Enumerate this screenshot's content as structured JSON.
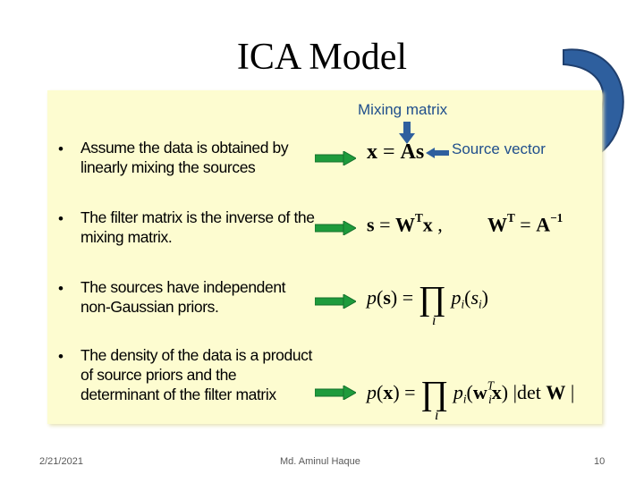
{
  "slide": {
    "title": "ICA Model",
    "bullets": [
      {
        "text": "Assume the data is obtained by linearly mixing the sources"
      },
      {
        "text": "The filter matrix is the inverse of the mixing matrix."
      },
      {
        "text": "The sources have independent non-Gaussian priors."
      },
      {
        "text": "The density of the data is a product of source priors and the determinant of the filter matrix"
      }
    ],
    "bullet_symbol": "•",
    "labels": {
      "mixing_matrix": "Mixing matrix",
      "source_vector": "Source vector"
    },
    "colors": {
      "panel": "#fdfcd0",
      "arrow_green": "#1e9b3c",
      "label_blue": "#1f4e8c",
      "curved_arrow": "#2e5f9e"
    },
    "equations": {
      "eq1": {
        "x": "x",
        "eqs": "=",
        "A": "A",
        "s": "s"
      },
      "eq2a": {
        "s": "s",
        "eqs": "=",
        "W": "W",
        "T": "T",
        "x": "x",
        "comma": ","
      },
      "eq2b": {
        "W": "W",
        "T": "T",
        "eqs": "=",
        "A": "A",
        "exp": "−1"
      },
      "eq3": {
        "p": "p",
        "lp": "(",
        "s": "s",
        "rp": ")",
        "eqs": "=",
        "prod": "∏",
        "pi_p": "p",
        "pi_i": "i",
        "lp2": "(",
        "si_s": "s",
        "si_i": "i",
        "rp2": ")",
        "idx": "i"
      },
      "eq4": {
        "p": "p",
        "lp": "(",
        "x": "x",
        "rp": ")",
        "eqs": "=",
        "prod": "∏",
        "pi_p": "p",
        "pi_i": "i",
        "lp2": "(",
        "w": "w",
        "wT": "T",
        "wi": "i",
        "x2": "x",
        "rp2": ")",
        "bar1": "|",
        "det": "det",
        "W": "W",
        "bar2": "|",
        "idx": "i"
      }
    }
  },
  "footer": {
    "date": "2/21/2021",
    "author": "Md. Aminul Haque",
    "page": "10"
  }
}
